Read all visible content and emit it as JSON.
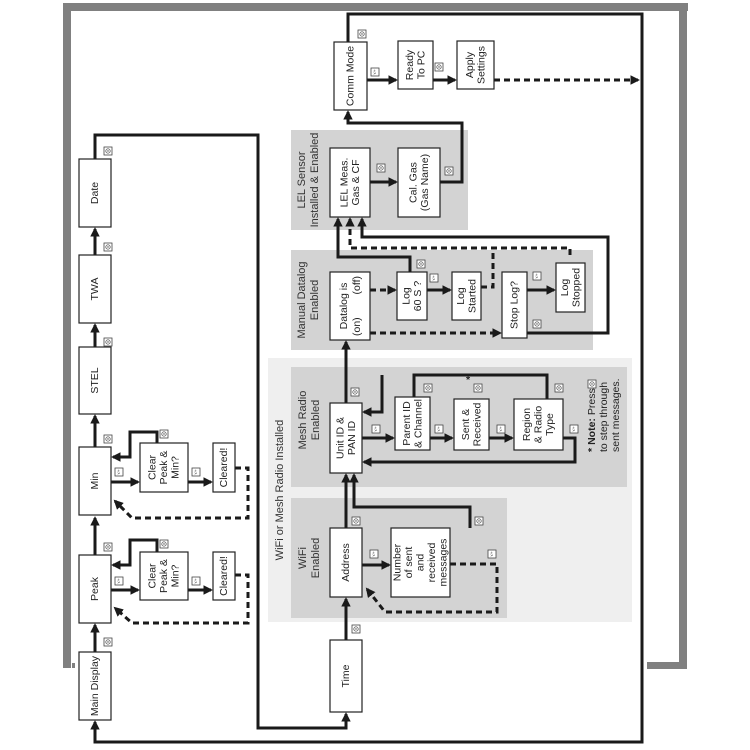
{
  "boxes": {
    "main_display": [
      "Main Display"
    ],
    "peak": [
      "Peak"
    ],
    "min": [
      "Min"
    ],
    "stel": [
      "STEL"
    ],
    "twa": [
      "TWA"
    ],
    "date": [
      "Date"
    ],
    "clear_peak_min_1": [
      "Clear",
      "Peak &",
      "Min?"
    ],
    "cleared_1": [
      "Cleared!"
    ],
    "clear_peak_min_2": [
      "Clear",
      "Peak &",
      "Min?"
    ],
    "cleared_2": [
      "Cleared!"
    ],
    "time": [
      "Time"
    ],
    "address": [
      "Address"
    ],
    "messages": [
      "Number",
      "of sent",
      "and",
      "received",
      "messages"
    ],
    "unit_id": [
      "Unit ID &",
      "PAN ID"
    ],
    "parent_id": [
      "Parent ID",
      "& Channel"
    ],
    "sent_received": [
      "Sent &",
      "Received"
    ],
    "region_radio": [
      "Region",
      "& Radio",
      "Type"
    ],
    "log_60": [
      "Log",
      "60 S ?"
    ],
    "log_started": [
      "Log",
      "Started"
    ],
    "stop_log": [
      "Stop Log?"
    ],
    "log_stopped": [
      "Log",
      "Stopped"
    ],
    "lel_meas": [
      "LEL Meas.",
      "Gas & CF"
    ],
    "cal_gas": [
      "Cal. Gas",
      "(Gas Name)"
    ],
    "comm_mode": [
      "Comm Mode"
    ],
    "ready_pc": [
      "Ready",
      "To PC"
    ],
    "apply_settings": [
      "Apply",
      "Settings"
    ]
  },
  "datalog": {
    "title": "Datalog is",
    "on": "(on)",
    "off": "(off)"
  },
  "regions": {
    "wifi_or_mesh": [
      "WiFi or Mesh Radio Installed"
    ],
    "mesh": [
      "Mesh Radio",
      "Enabled"
    ],
    "wifi": [
      "WiFi",
      "Enabled"
    ],
    "manual_datalog": [
      "Manual Datalog",
      "Enabled"
    ],
    "lel": [
      "LEL Sensor",
      "Installed & Enabled"
    ]
  },
  "note": {
    "star": "*",
    "bold": "Note:",
    "line1": " Press",
    "line2": "to step through",
    "line3": "sent messages."
  },
  "asterisk": "*",
  "keys": {
    "yes_label": "Y/+"
  },
  "colors": {
    "frame": "#808080",
    "outer_region": "#efefef",
    "inner_region": "#d3d3d3",
    "line": "#1a1a1a"
  }
}
